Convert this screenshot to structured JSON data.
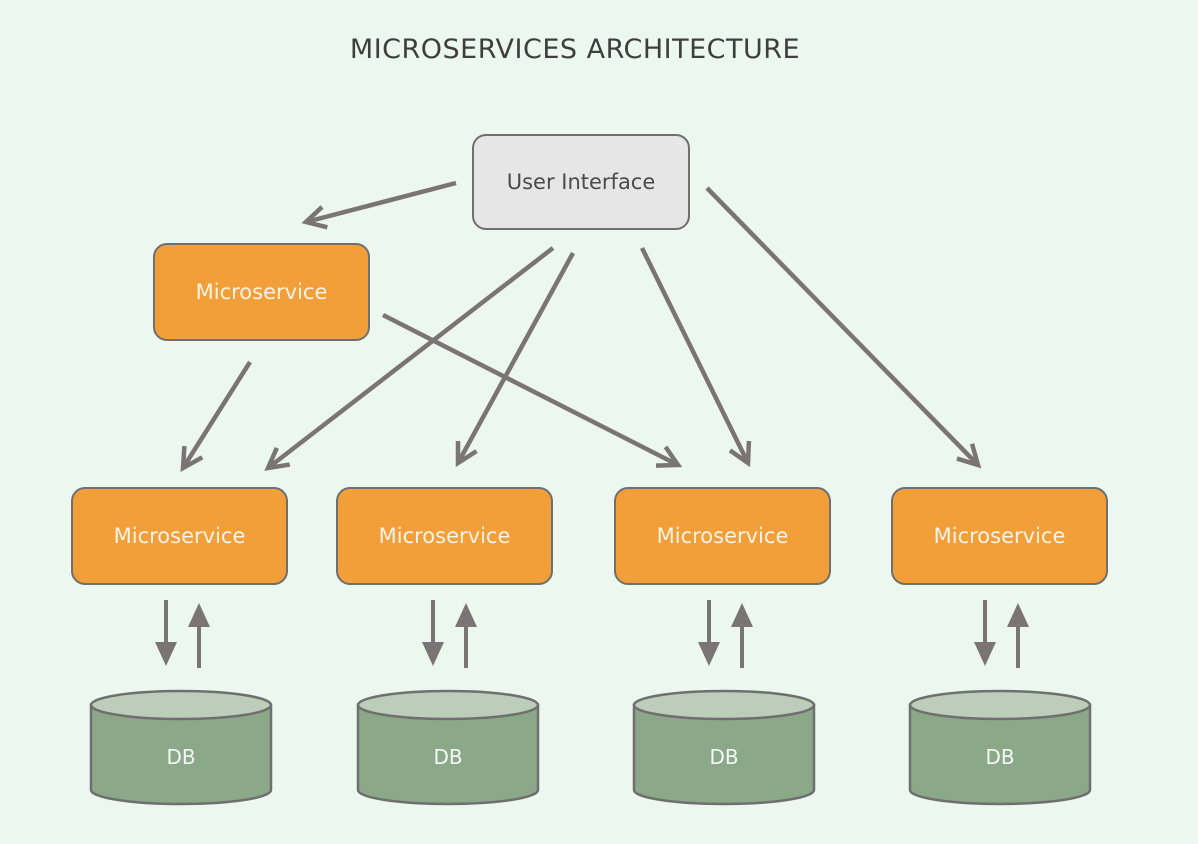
{
  "title": "MICROSERVICES ARCHITECTURE",
  "colors": {
    "background": "#ecf8ef",
    "ui_fill": "#e6e6e6",
    "microservice_fill": "#f29f3a",
    "db_body": "#8ba888",
    "db_top": "#bccdb9",
    "stroke": "#6f6f6f",
    "arrow": "#7a7474"
  },
  "nodes": {
    "user_interface": {
      "label": "User Interface"
    },
    "microservice_top": {
      "label": "Microservice"
    },
    "microservices_bottom": [
      {
        "label": "Microservice"
      },
      {
        "label": "Microservice"
      },
      {
        "label": "Microservice"
      },
      {
        "label": "Microservice"
      }
    ],
    "databases": [
      {
        "label": "DB"
      },
      {
        "label": "DB"
      },
      {
        "label": "DB"
      },
      {
        "label": "DB"
      }
    ]
  },
  "edges": [
    {
      "from": "user_interface",
      "to": "microservice_top"
    },
    {
      "from": "user_interface",
      "to": "microservice_bottom_1"
    },
    {
      "from": "user_interface",
      "to": "microservice_bottom_2"
    },
    {
      "from": "user_interface",
      "to": "microservice_bottom_3"
    },
    {
      "from": "user_interface",
      "to": "microservice_bottom_4"
    },
    {
      "from": "microservice_top",
      "to": "microservice_bottom_1"
    },
    {
      "from": "microservice_top",
      "to": "microservice_bottom_3"
    },
    {
      "from": "microservice_bottom_1",
      "to": "db_1",
      "bidirectional": true
    },
    {
      "from": "microservice_bottom_2",
      "to": "db_2",
      "bidirectional": true
    },
    {
      "from": "microservice_bottom_3",
      "to": "db_3",
      "bidirectional": true
    },
    {
      "from": "microservice_bottom_4",
      "to": "db_4",
      "bidirectional": true
    }
  ]
}
